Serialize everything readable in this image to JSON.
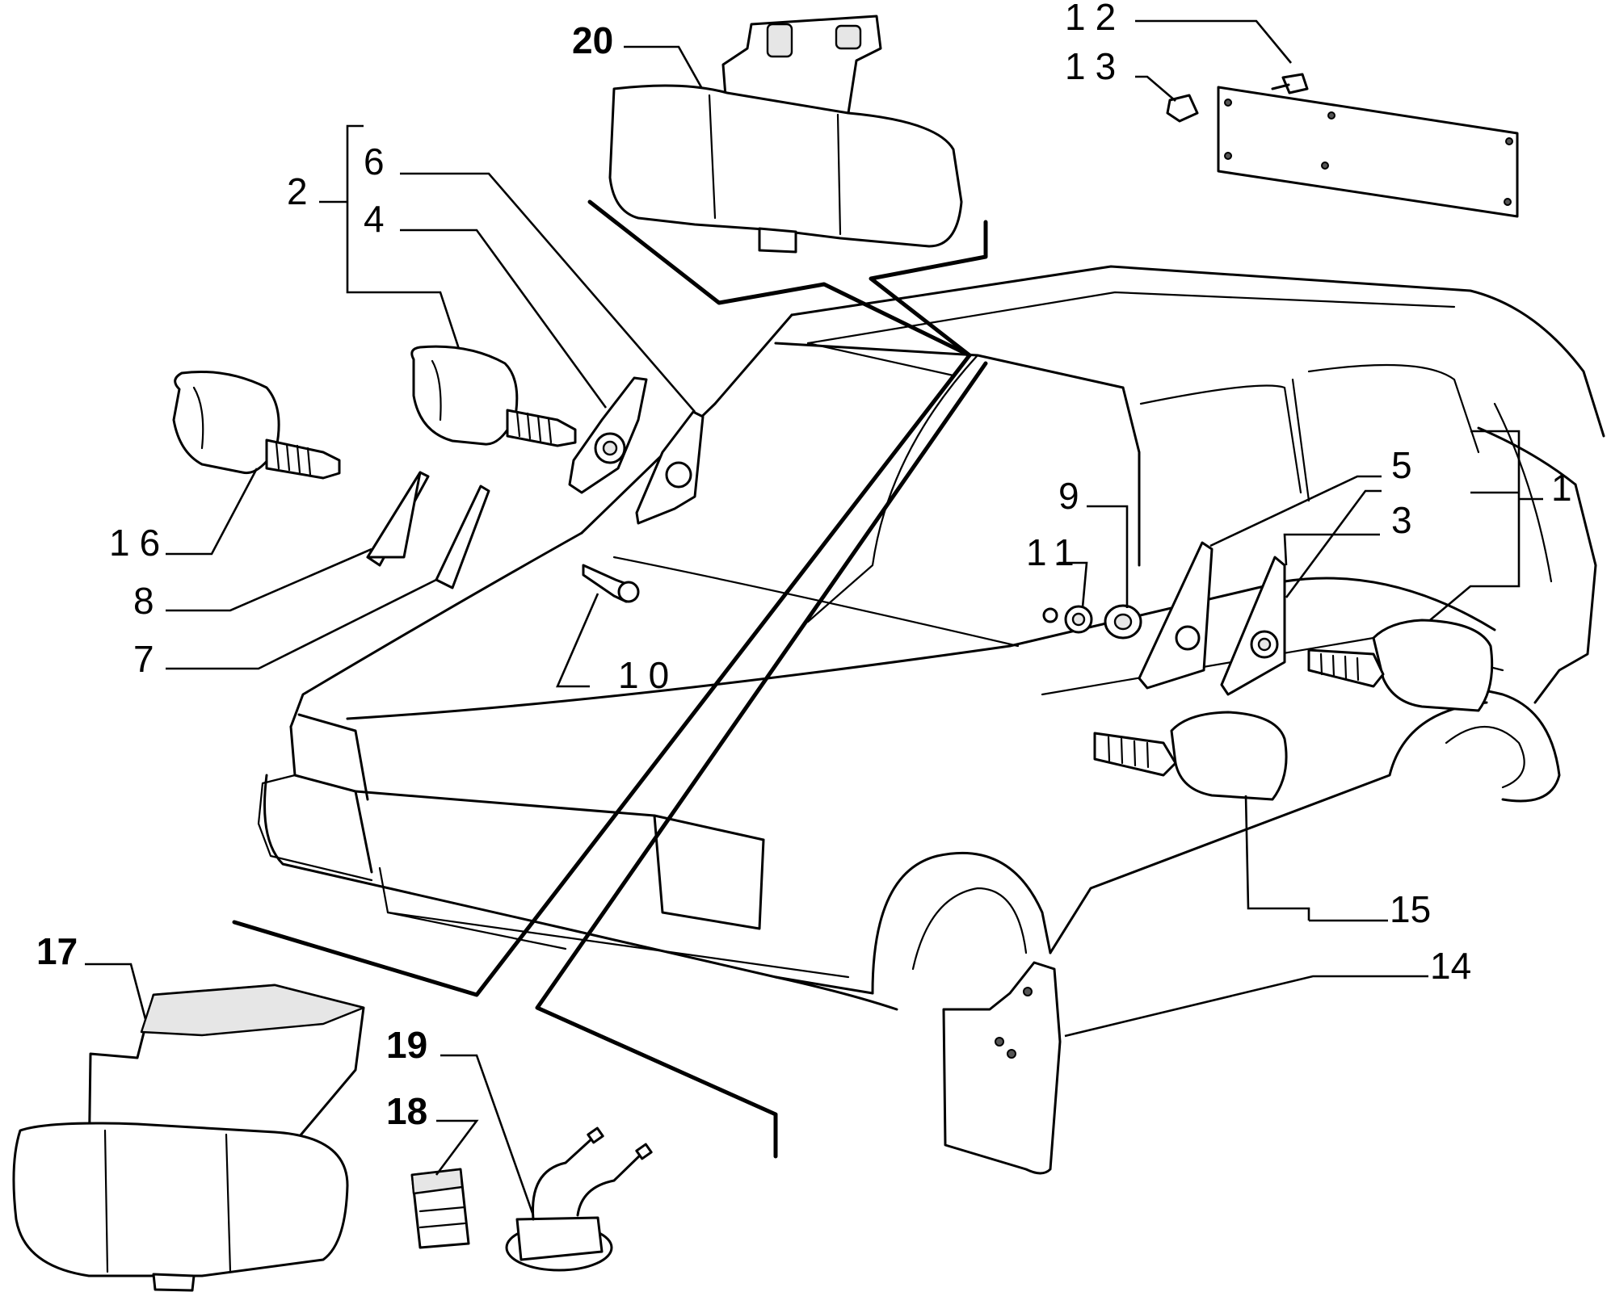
{
  "callouts": [
    {
      "id": "c1",
      "text": "1"
    },
    {
      "id": "c2",
      "text": "2"
    },
    {
      "id": "c3",
      "text": "3"
    },
    {
      "id": "c4",
      "text": "4"
    },
    {
      "id": "c5",
      "text": "5"
    },
    {
      "id": "c6",
      "text": "6"
    },
    {
      "id": "c7",
      "text": "7"
    },
    {
      "id": "c8",
      "text": "8"
    },
    {
      "id": "c9",
      "text": "9"
    },
    {
      "id": "c10",
      "text": "10"
    },
    {
      "id": "c11",
      "text": "11"
    },
    {
      "id": "c12",
      "text": "12"
    },
    {
      "id": "c13",
      "text": "13"
    },
    {
      "id": "c14",
      "text": "14"
    },
    {
      "id": "c15",
      "text": "15"
    },
    {
      "id": "c16",
      "text": "16"
    },
    {
      "id": "c17",
      "text": "17"
    },
    {
      "id": "c18",
      "text": "18"
    },
    {
      "id": "c19",
      "text": "19"
    },
    {
      "id": "c20",
      "text": "20"
    }
  ],
  "colors": {
    "line": "#000000",
    "background": "#ffffff",
    "shade": "#e6e6e6"
  }
}
